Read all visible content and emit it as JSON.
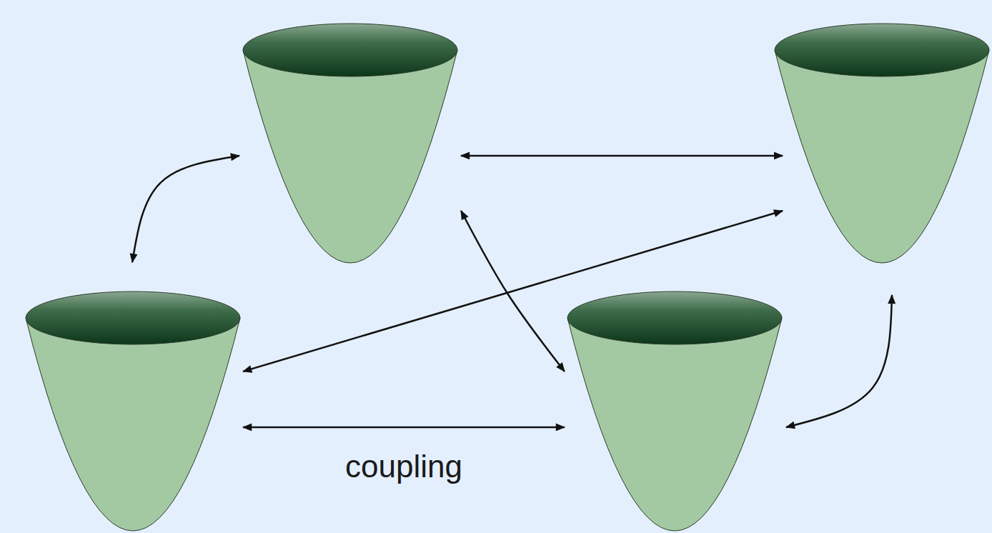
{
  "diagram": {
    "nodes": [
      {
        "text": []
      },
      {
        "text": []
      },
      {
        "text": []
      },
      {
        "text": []
      }
    ],
    "edges": [
      {
        "from": 0,
        "to": 1,
        "arrow": "both"
      },
      {
        "from": 0,
        "to": 2,
        "arrow": "both"
      },
      {
        "from": 0,
        "to": 3,
        "arrow": "both"
      },
      {
        "from": 1,
        "to": 2,
        "arrow": "both"
      },
      {
        "from": 2,
        "to": 3,
        "label": "coupling",
        "arrow": "both"
      },
      {
        "from": 3,
        "to": 1,
        "arrow": "both"
      }
    ]
  }
}
